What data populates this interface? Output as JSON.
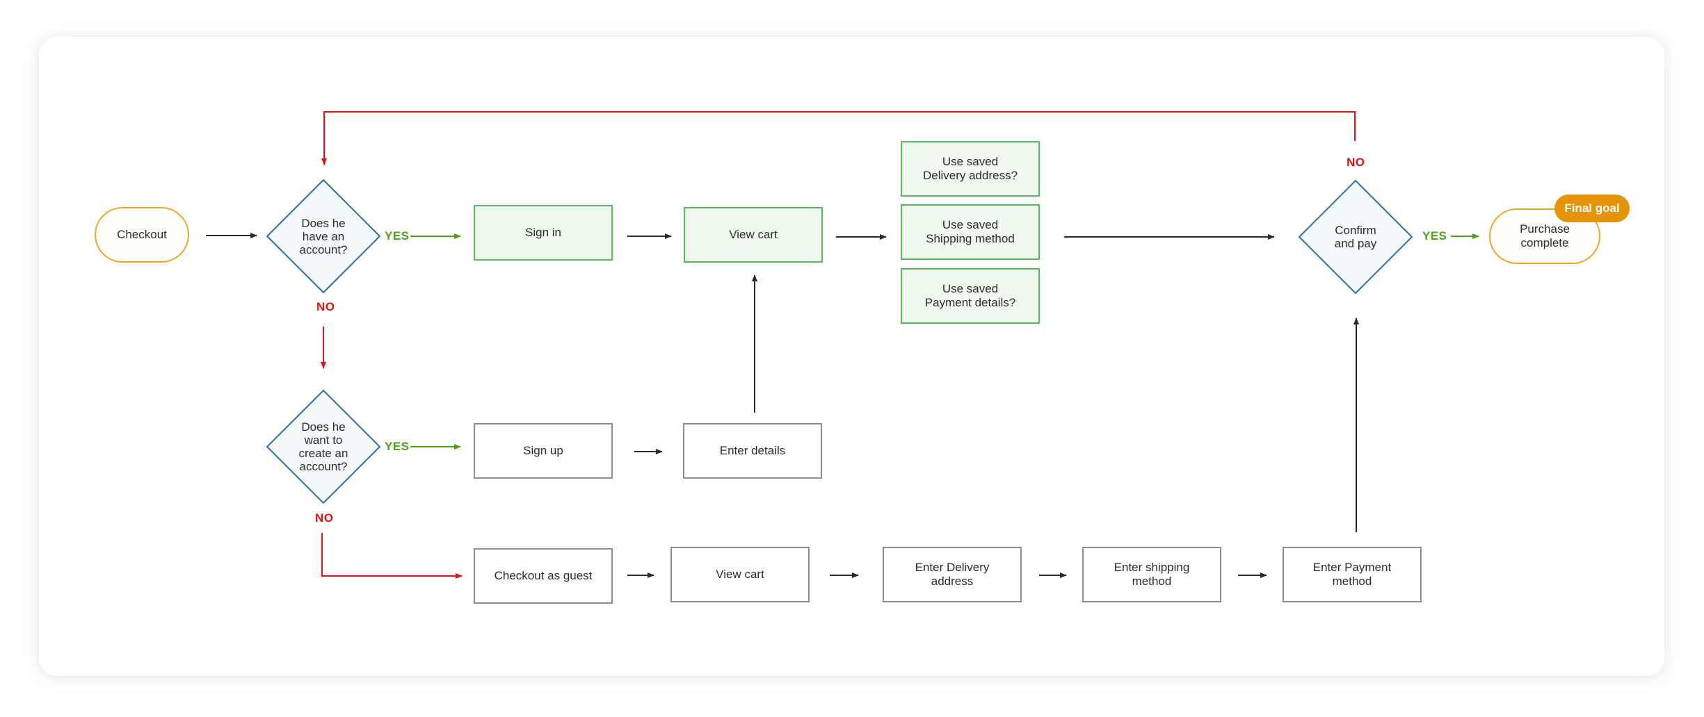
{
  "nodes": {
    "checkout": "Checkout",
    "has_account": "Does he\nhave an\naccount?",
    "sign_in": "Sign in",
    "view_cart_top": "View cart",
    "use_saved_delivery": "Use saved\nDelivery address?",
    "use_saved_shipping": "Use saved\nShipping method",
    "use_saved_payment": "Use saved\nPayment details?",
    "confirm_pay": "Confirm\nand pay",
    "purchase_complete": "Purchase\ncomplete",
    "final_goal": "Final goal",
    "want_create_account": "Does he\nwant to\ncreate an\naccount?",
    "sign_up": "Sign up",
    "enter_details": "Enter details",
    "checkout_guest": "Checkout as guest",
    "view_cart_bottom": "View cart",
    "enter_delivery": "Enter Delivery\naddress",
    "enter_shipping": "Enter shipping\nmethod",
    "enter_payment": "Enter Payment\nmethod"
  },
  "labels": {
    "yes_account": "YES",
    "no_account": "NO",
    "yes_create": "YES",
    "no_create": "NO",
    "no_confirm": "NO",
    "yes_confirm": "YES"
  },
  "colors": {
    "yes": "#4aa31a",
    "no": "#e01414",
    "arrow": "#2a2a2a",
    "diamond_border": "#2f6f9f",
    "pill_border": "#e6a72c",
    "badge": "#e59409",
    "green_border": "#5cb85c"
  }
}
